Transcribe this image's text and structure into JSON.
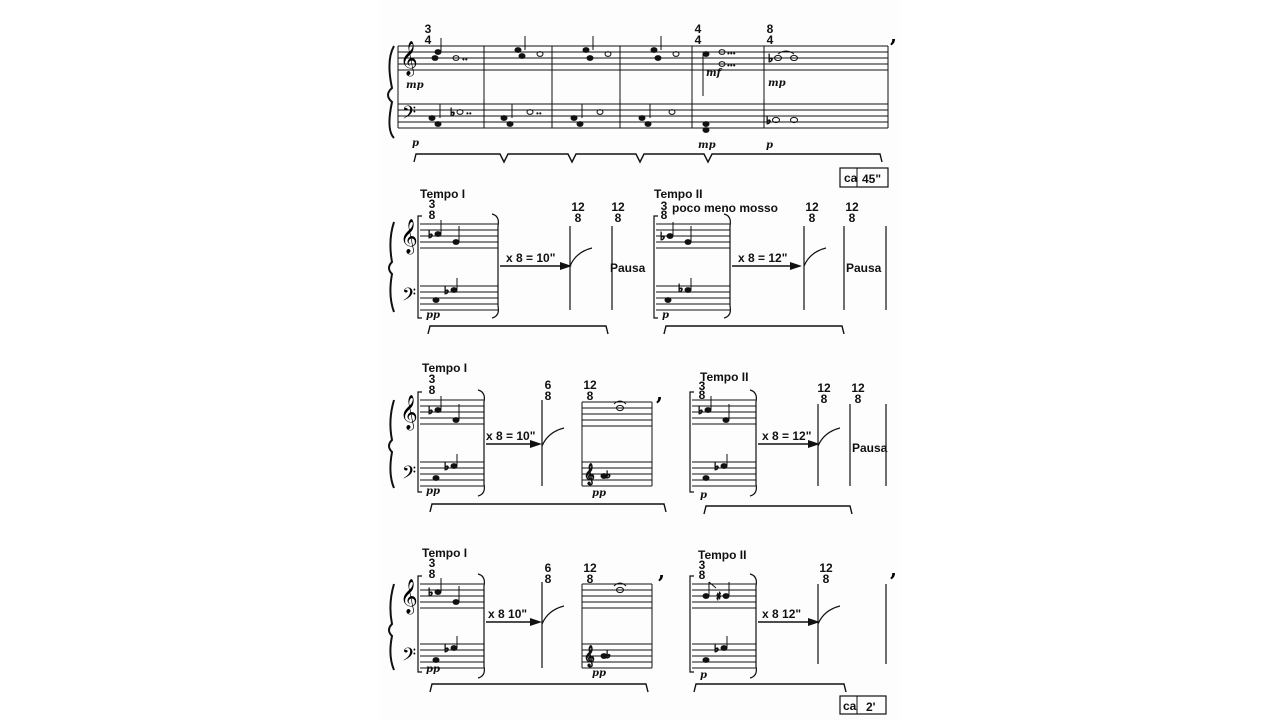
{
  "score": {
    "system1": {
      "time_sig_a": [
        "3",
        "4"
      ],
      "time_sig_b": [
        "4",
        "4"
      ],
      "time_sig_c": [
        "8",
        "4"
      ],
      "dyn_top_1": "mp",
      "dyn_top_2": "mf",
      "dyn_top_3": "mp",
      "dyn_bot_1": "p",
      "dyn_bot_2": "mp",
      "dyn_bot_3": "p",
      "duration_prefix": "ca",
      "duration_value": "45\""
    },
    "system2": {
      "tempo_left": "Tempo I",
      "tempo_right": "Tempo II",
      "tempo_right_sub": "poco meno mosso",
      "ts_left": [
        "3",
        "8"
      ],
      "ts_right": [
        "3",
        "8"
      ],
      "ts_12a": [
        "12",
        "8"
      ],
      "ts_12b": [
        "12",
        "8"
      ],
      "ts_12c": [
        "12",
        "8"
      ],
      "ts_12d": [
        "12",
        "8"
      ],
      "repeat_left": "x 8 = 10\"",
      "repeat_right": "x 8 = 12\"",
      "pausa_left": "Pausa",
      "pausa_right": "Pausa",
      "dyn_left": "pp",
      "dyn_right": "p"
    },
    "system3": {
      "tempo_left": "Tempo I",
      "tempo_right": "Tempo II",
      "ts_left": [
        "3",
        "8"
      ],
      "ts_right": [
        "3",
        "8"
      ],
      "ts_6": [
        "6",
        "8"
      ],
      "ts_12a": [
        "12",
        "8"
      ],
      "ts_12b": [
        "12",
        "8"
      ],
      "ts_12c": [
        "12",
        "8"
      ],
      "repeat_left": "x 8 = 10\"",
      "repeat_right": "x 8 = 12\"",
      "pausa": "Pausa",
      "dyn_left": "pp",
      "dyn_mid": "pp",
      "dyn_right": "p"
    },
    "system4": {
      "tempo_left": "Tempo I",
      "tempo_right": "Tempo II",
      "ts_left": [
        "3",
        "8"
      ],
      "ts_right": [
        "3",
        "8"
      ],
      "ts_6": [
        "6",
        "8"
      ],
      "ts_12a": [
        "12",
        "8"
      ],
      "ts_12b": [
        "12",
        "8"
      ],
      "repeat_left": "x 8  10\"",
      "repeat_right": "x 8  12\"",
      "dyn_left": "pp",
      "dyn_mid": "pp",
      "dyn_right": "p",
      "duration_prefix": "ca",
      "duration_value": "2'"
    }
  }
}
